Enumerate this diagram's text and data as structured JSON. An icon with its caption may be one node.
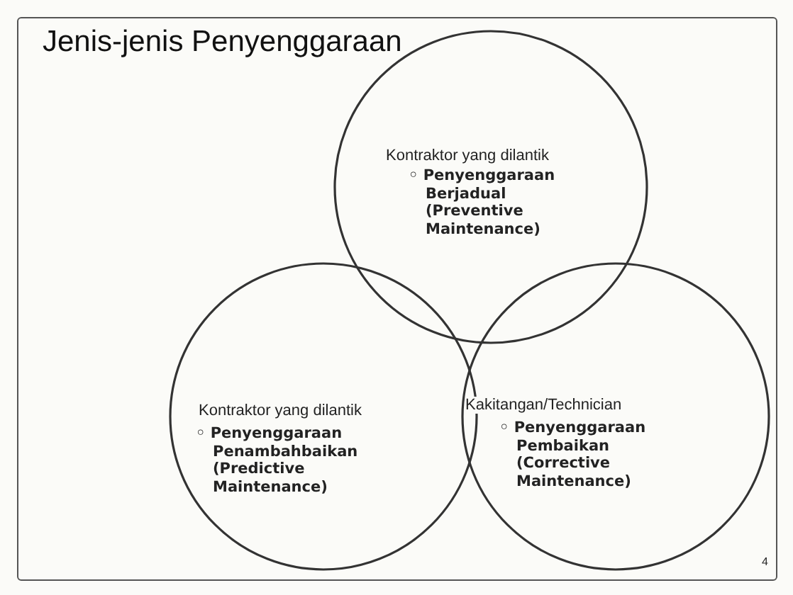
{
  "diagram": {
    "title": "Jenis-jenis Penyenggaraan",
    "nodes": [
      {
        "text": [
          "Kontraktor yang dilantik",
          "◦ Penyenggaraan Berjadual (Preventive Maintenance)"
        ]
      },
      {
        "text": [
          "Kontraktor yang dilantik",
          "◦ Penyenggaraan Penambahbaikan (Predictive Maintenance)"
        ]
      },
      {
        "text": [
          "Kakitangan/Technician",
          "◦ Penyenggaraan Pembaikan (Corrective Maintenance)"
        ]
      }
    ],
    "edges": [],
    "labels": [
      "4"
    ]
  }
}
